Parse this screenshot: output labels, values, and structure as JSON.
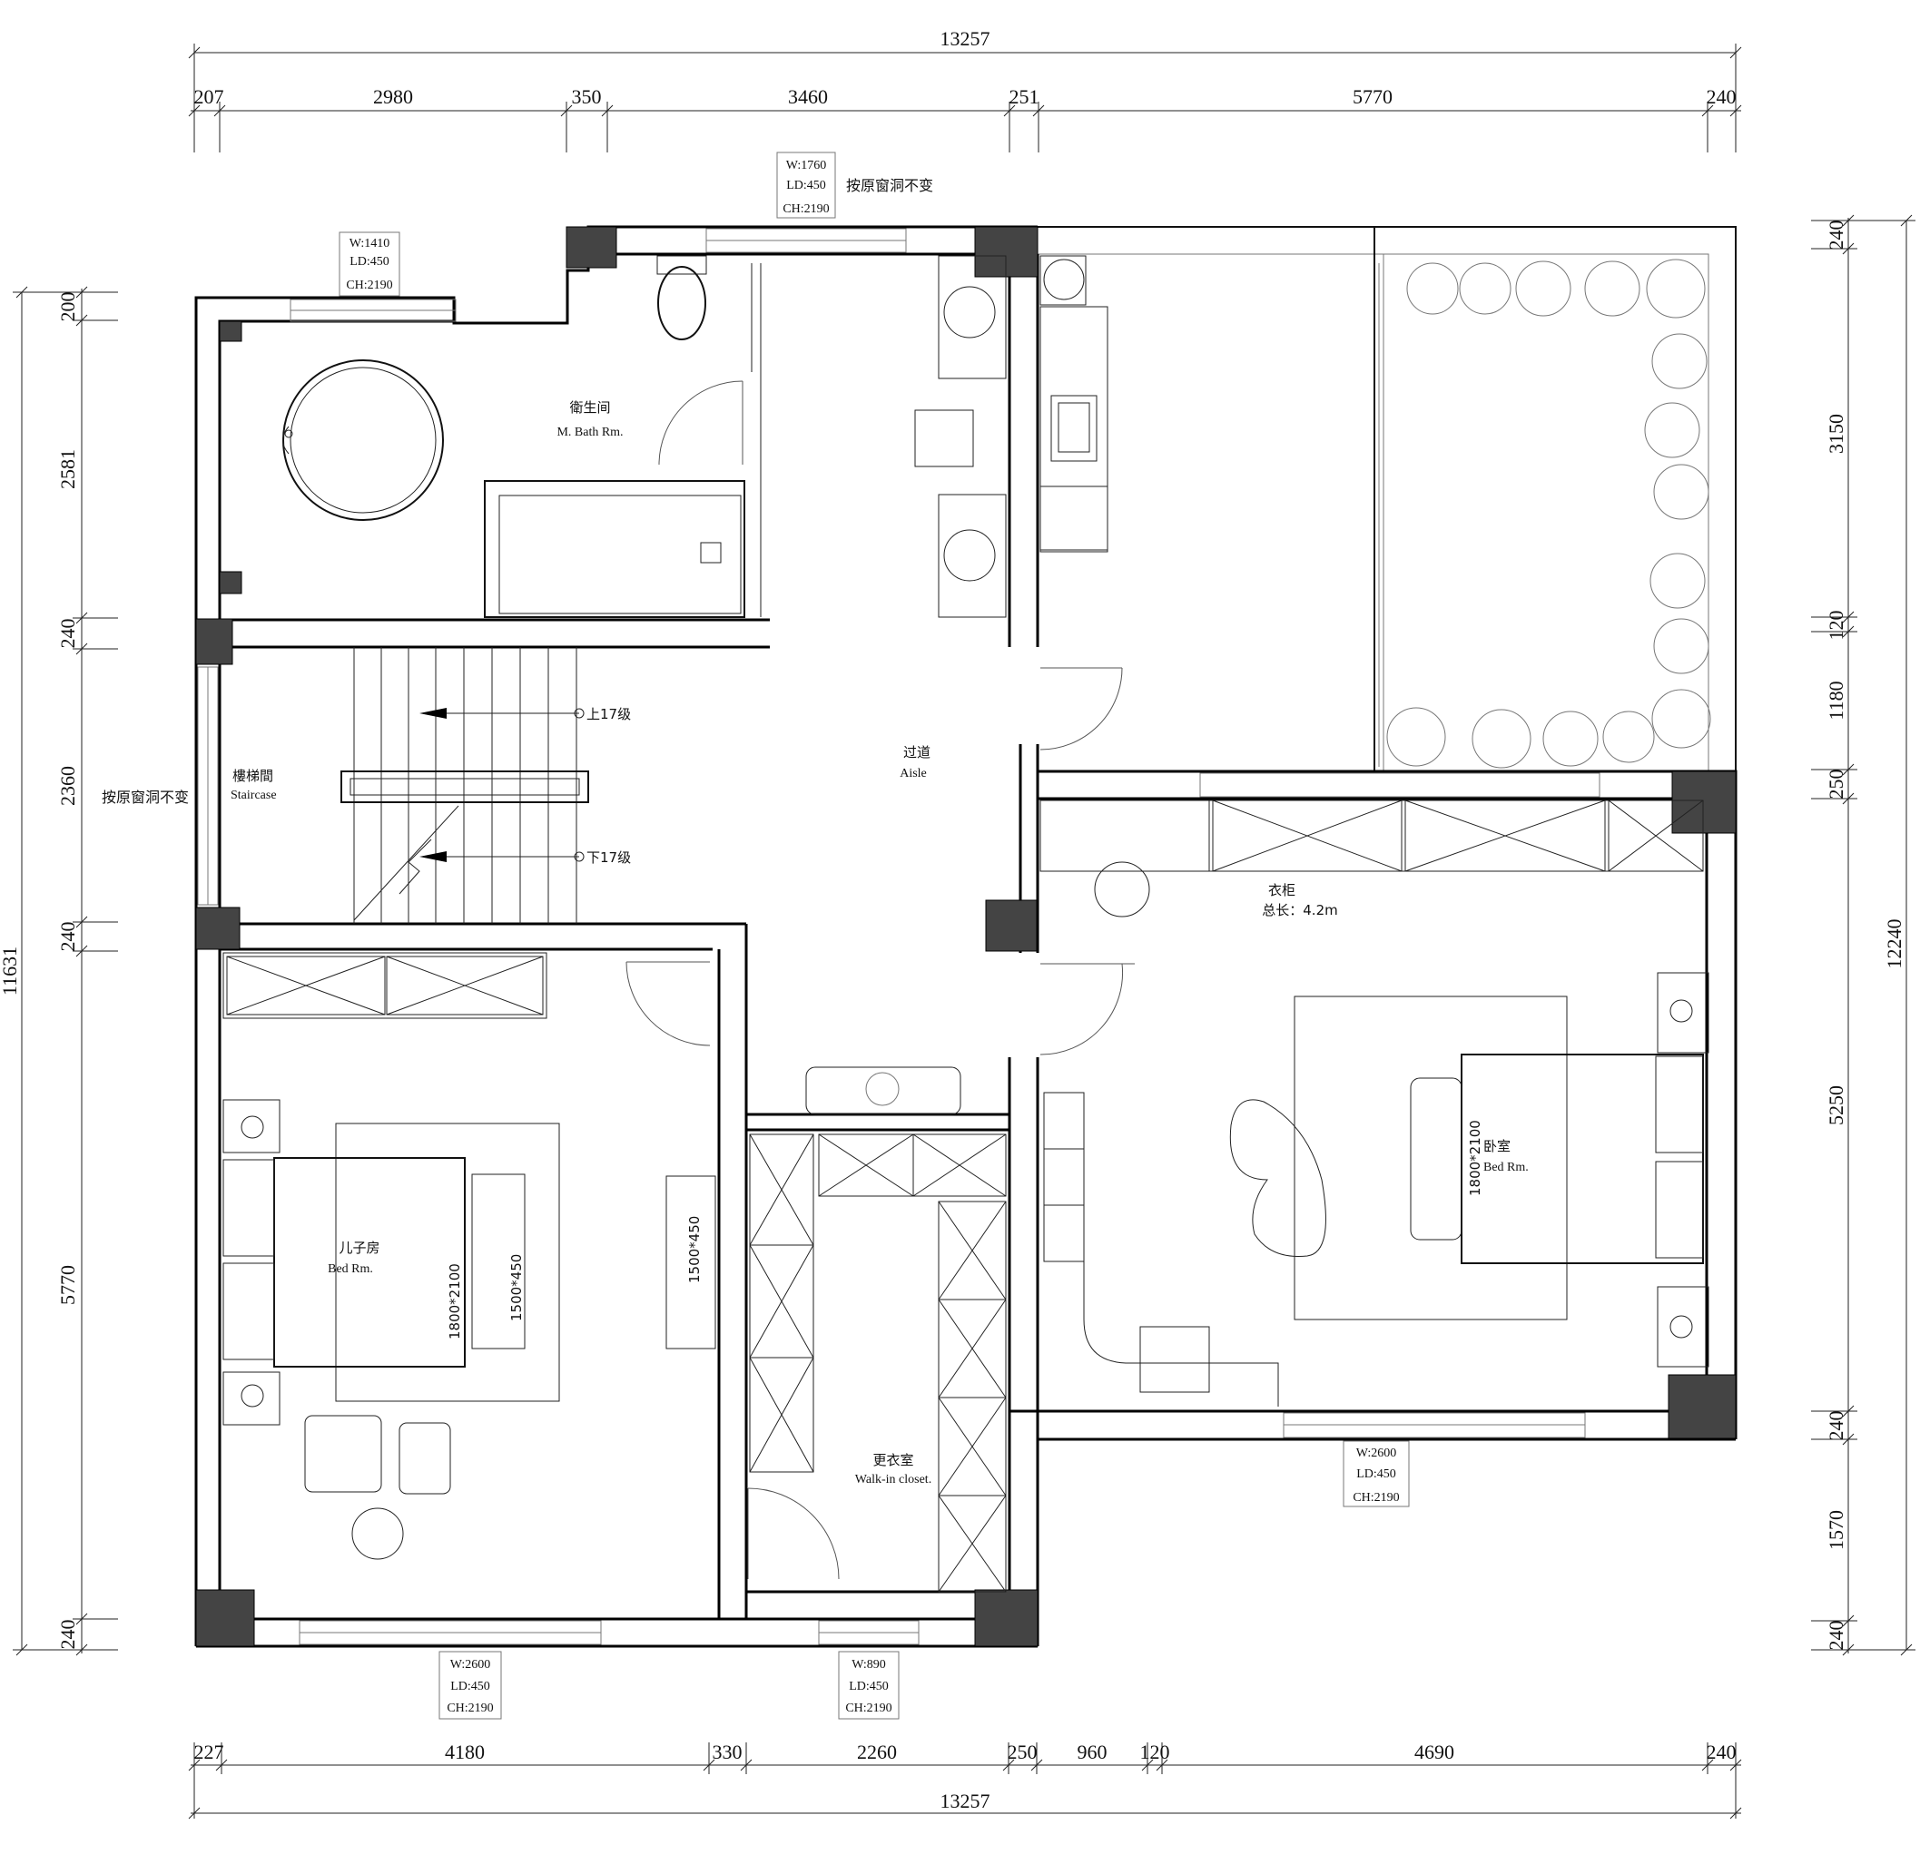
{
  "dimensions": {
    "total_width": "13257",
    "top_segments": [
      "207",
      "2980",
      "350",
      "3460",
      "251",
      "5770",
      "240"
    ],
    "bottom_segments": [
      "227",
      "4180",
      "330",
      "2260",
      "250",
      "960",
      "120",
      "4690",
      "240"
    ],
    "left_total": "11631",
    "left_segments": [
      "200",
      "2581",
      "240",
      "2360",
      "240",
      "5770",
      "240"
    ],
    "right_total": "12240",
    "right_segments": [
      "240",
      "3150",
      "120",
      "1180",
      "250",
      "5250",
      "240",
      "1570",
      "240"
    ]
  },
  "windows": {
    "bath_top": {
      "w": "W:1760",
      "ld": "LD:450",
      "ch": "CH:2190",
      "note": "按原窗洞不变"
    },
    "bath_left": {
      "w": "W:1410",
      "ld": "LD:450",
      "ch": "CH:2190"
    },
    "bedroom_right": {
      "w": "W:2600",
      "ld": "LD:450",
      "ch": "CH:2190"
    },
    "son_room": {
      "w": "W:2600",
      "ld": "LD:450",
      "ch": "CH:2190"
    },
    "closet": {
      "w": "W:890",
      "ld": "LD:450",
      "ch": "CH:2190"
    },
    "stair_note": "按原窗洞不变"
  },
  "rooms": {
    "bath": {
      "cn": "衛生间",
      "en": "M. Bath Rm."
    },
    "staircase": {
      "cn": "樓梯間",
      "en": "Staircase"
    },
    "stair_up": "上17级",
    "stair_down": "下17级",
    "aisle": {
      "cn": "过道",
      "en": "Aisle"
    },
    "wardrobe": {
      "cn": "衣柜",
      "note": "总长：4.2m"
    },
    "master_bed": {
      "cn": "卧室",
      "en": "Bed Rm.",
      "bed_size": "1800*2100"
    },
    "son_room": {
      "cn": "儿子房",
      "en": "Bed Rm.",
      "bed_size": "1800*2100",
      "desk_size": "1500*450",
      "tv_size": "1500*450"
    },
    "closet": {
      "cn": "更衣室",
      "en": "Walk-in closet."
    }
  }
}
